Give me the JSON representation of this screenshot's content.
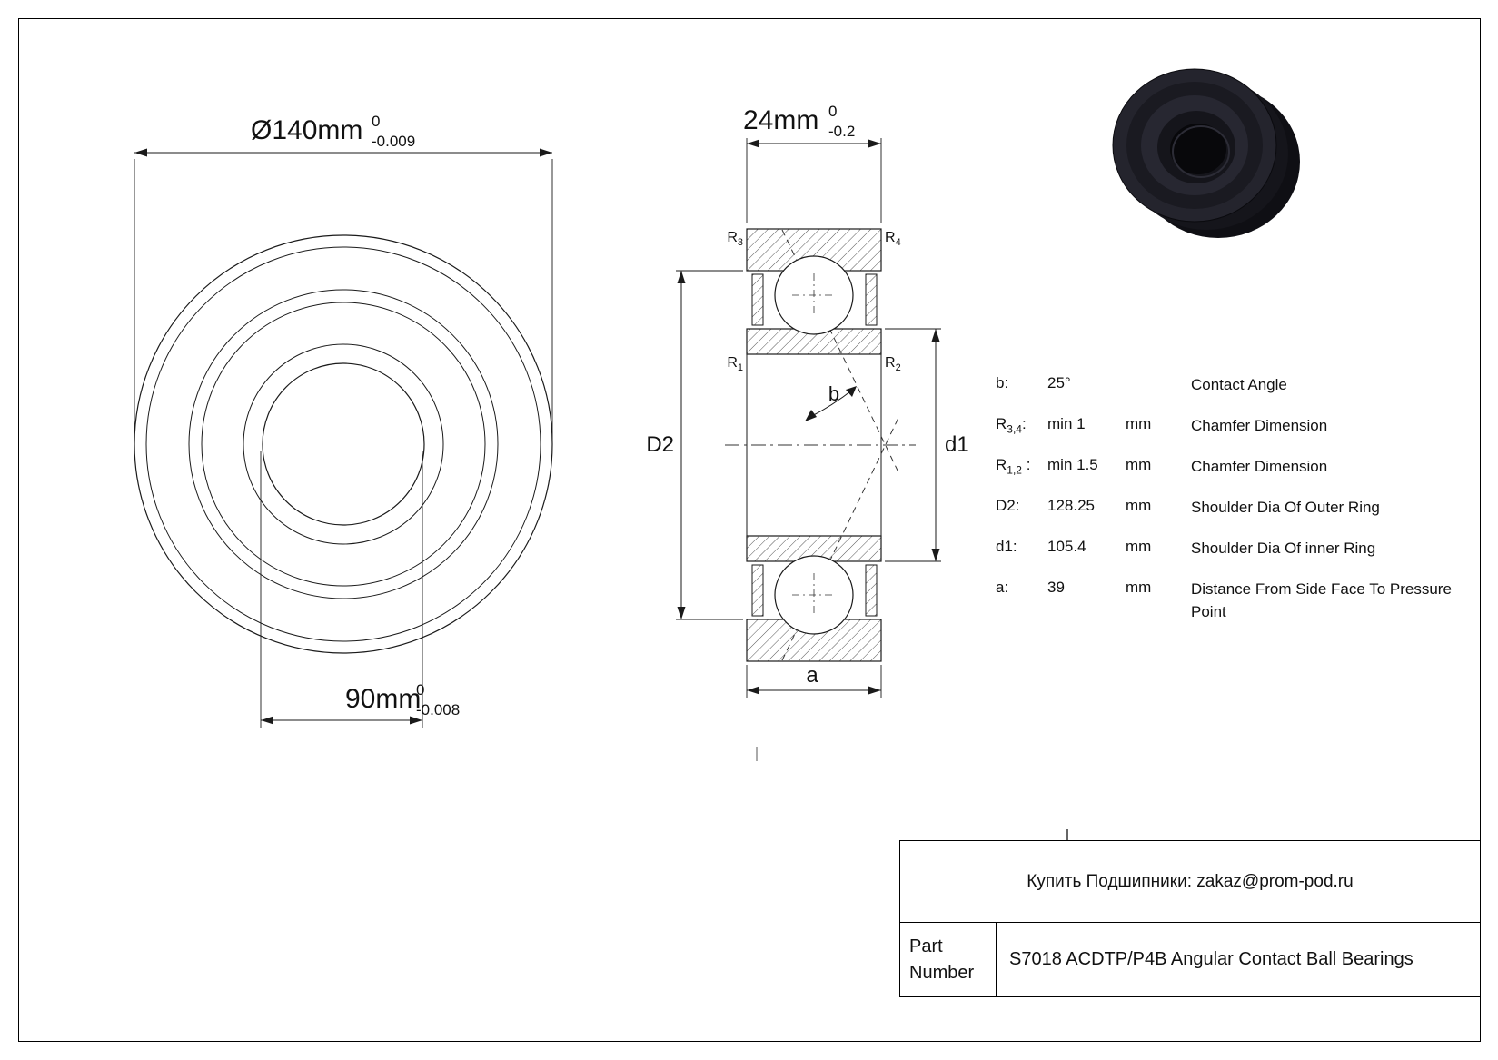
{
  "front_view": {
    "outer_dim": {
      "text": "Ø140mm",
      "tol_upper": "0",
      "tol_lower": "-0.009"
    },
    "bore_dim": {
      "text": "90mm",
      "tol_upper": "0",
      "tol_lower": "-0.008"
    }
  },
  "section_view": {
    "width_dim": {
      "text": "24mm",
      "tol_upper": "0",
      "tol_lower": "-0.2"
    },
    "chamfer_labels": {
      "r3_pre": "R",
      "r3_sub": "3",
      "r4_pre": "R",
      "r4_sub": "4",
      "r1_pre": "R",
      "r1_sub": "1",
      "r2_pre": "R",
      "r2_sub": "2"
    },
    "dim_labels": {
      "d2": "D2",
      "d1": "d1",
      "a": "a",
      "b": "b"
    }
  },
  "spec_table": {
    "rows": [
      {
        "label_pre": "b",
        "label_sub": "",
        "label_post": ":",
        "value": "25°",
        "unit": "",
        "desc": "Contact Angle"
      },
      {
        "label_pre": "R",
        "label_sub": "3,4",
        "label_post": ":",
        "value": "min 1",
        "unit": "mm",
        "desc": "Chamfer Dimension"
      },
      {
        "label_pre": "R",
        "label_sub": "1,2",
        "label_post": " :",
        "value": "min 1.5",
        "unit": "mm",
        "desc": "Chamfer Dimension"
      },
      {
        "label_pre": "D2",
        "label_sub": "",
        "label_post": ":",
        "value": "128.25",
        "unit": "mm",
        "desc": "Shoulder Dia Of Outer Ring"
      },
      {
        "label_pre": "d1",
        "label_sub": "",
        "label_post": ":",
        "value": "105.4",
        "unit": "mm",
        "desc": "Shoulder Dia Of inner Ring"
      },
      {
        "label_pre": "a",
        "label_sub": "",
        "label_post": ":",
        "value": "39",
        "unit": "mm",
        "desc": "Distance From Side Face To Pressure Point"
      }
    ]
  },
  "title_block": {
    "contact_line": "Купить Подшипники: zakaz@prom-pod.ru",
    "part_label_line1": "Part",
    "part_label_line2": "Number",
    "part_name": "S7018 ACDTP/P4B Angular Contact Ball Bearings"
  },
  "colors": {
    "ink": "#1a1a1a",
    "render_body": "#23232c"
  }
}
